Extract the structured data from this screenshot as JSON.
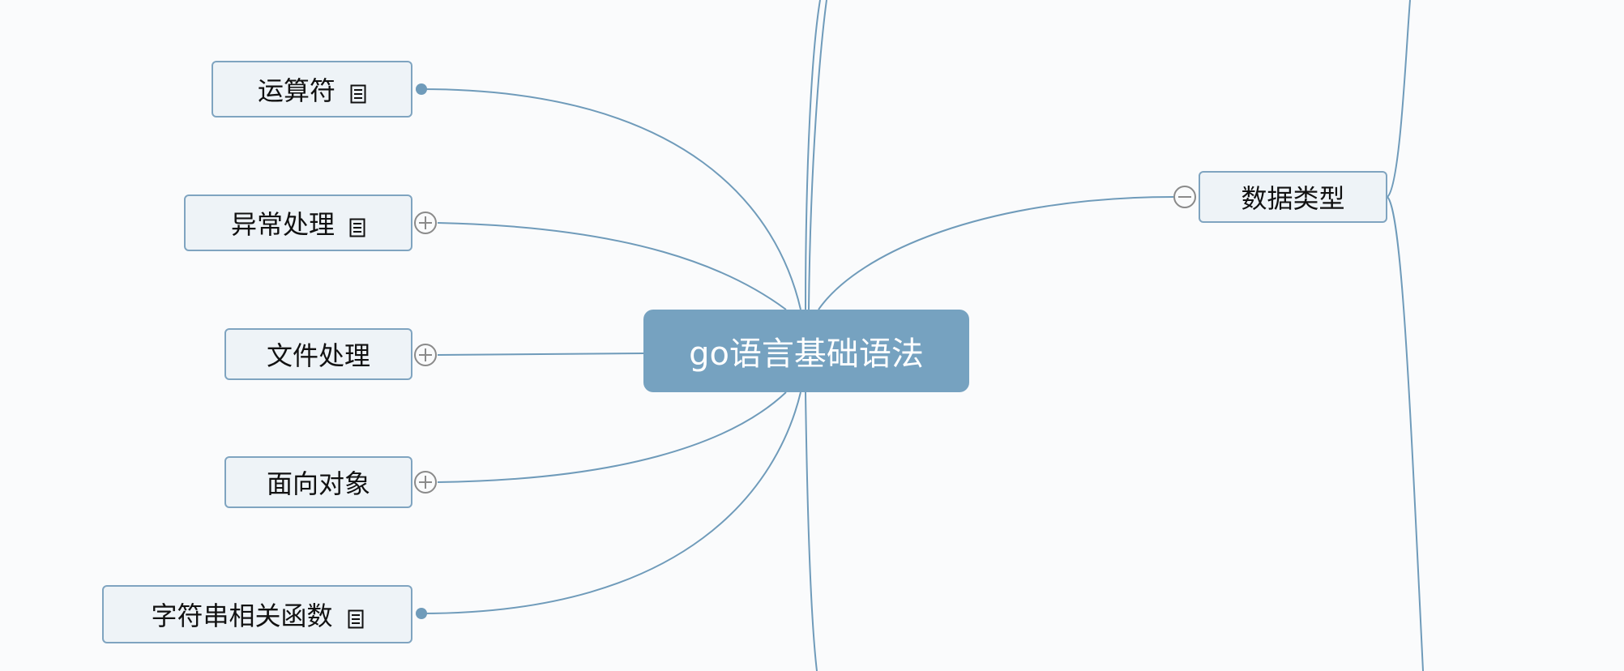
{
  "root": {
    "label": "go语言基础语法"
  },
  "left_nodes": [
    {
      "label": "运算符",
      "has_note": true,
      "state": "leaf"
    },
    {
      "label": "异常处理",
      "has_note": true,
      "state": "collapsed"
    },
    {
      "label": "文件处理",
      "has_note": false,
      "state": "collapsed"
    },
    {
      "label": "面向对象",
      "has_note": false,
      "state": "collapsed"
    },
    {
      "label": "字符串相关函数",
      "has_note": true,
      "state": "leaf"
    }
  ],
  "right_nodes": [
    {
      "label": "数据类型",
      "has_note": false,
      "state": "expanded"
    }
  ],
  "colors": {
    "background": "#fafbfc",
    "connector": "#6f9bba",
    "root_fill": "#76a2c0",
    "node_fill": "#eef3f7",
    "node_border": "#7fa4c0",
    "toggle_stroke": "#8a8a8a"
  }
}
